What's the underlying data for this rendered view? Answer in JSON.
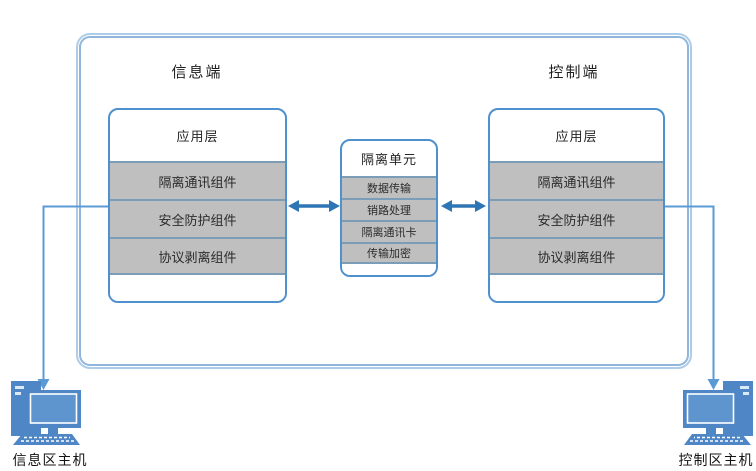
{
  "diagram": {
    "left_section_title": "信息端",
    "right_section_title": "控制端",
    "left_panel": {
      "header": "应用层",
      "rows": [
        "隔离通讯组件",
        "安全防护组件",
        "协议剥离组件"
      ]
    },
    "middle_panel": {
      "header": "隔离单元",
      "rows": [
        "数据传输",
        "销路处理",
        "隔离通讯卡",
        "传输加密"
      ]
    },
    "right_panel": {
      "header": "应用层",
      "rows": [
        "隔离通讯组件",
        "安全防护组件",
        "协议剥离组件"
      ]
    },
    "left_host_label": "信息区主机",
    "right_host_label": "控制区主机",
    "icons": {
      "left_host": "computer-icon",
      "right_host": "computer-icon"
    },
    "colors": {
      "outer_border": "#AECDE9",
      "panel_border": "#4F90CE",
      "row_fill": "#BFBFBF",
      "row_border": "#7D9CB5",
      "double_arrow": "#2E75B6",
      "connector_line": "#5B9BD5",
      "computer_blue": "#4E86C6",
      "text": "#262626"
    }
  }
}
